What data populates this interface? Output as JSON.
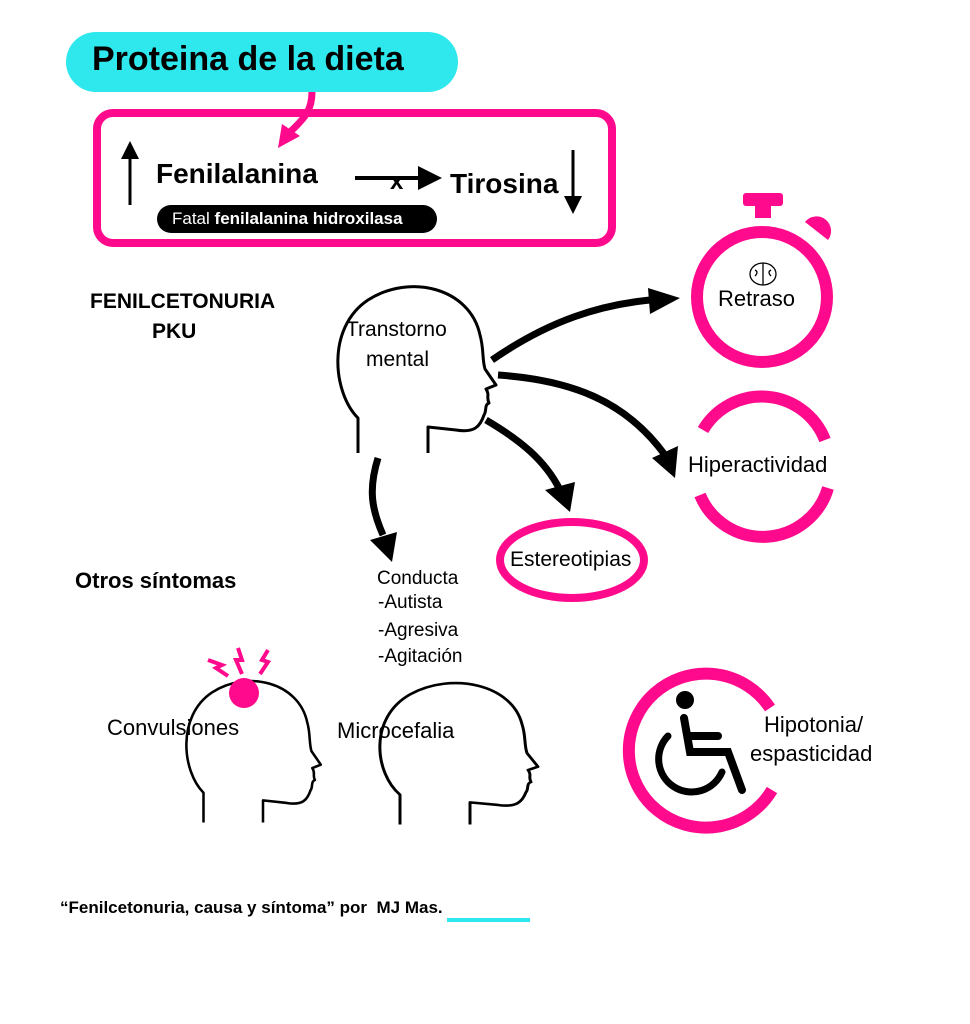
{
  "title": "Proteina de la dieta",
  "box": {
    "left": "Fenilalanina",
    "right": "Tirosina",
    "enzyme_prefix": "Fatal",
    "enzyme_name": "fenilalanina hidroxilasa"
  },
  "disease": {
    "line1": "FENILCETONURIA",
    "line2": "PKU"
  },
  "head_main": {
    "line1": "Transtorno",
    "line2": "mental"
  },
  "effects": {
    "retraso": "Retraso",
    "hiperactividad": "Hiperactividad",
    "estereotipias": "Estereotipias"
  },
  "conducta": {
    "title": "Conducta",
    "items": [
      "-Autista",
      "-Agresiva",
      "-Agitación"
    ]
  },
  "others": {
    "title": "Otros síntomas",
    "convulsiones": "Convulsiones",
    "microcefalia": "Microcefalia",
    "hipotonia1": "Hipotonia/",
    "hipotonia2": "espasticidad"
  },
  "credit": {
    "text": "“Fenilcetonuria, causa y síntoma” por",
    "author": "MJ Mas",
    "period": "."
  },
  "colors": {
    "pink": "#ff0a8c",
    "cyan": "#2ee8ee"
  }
}
